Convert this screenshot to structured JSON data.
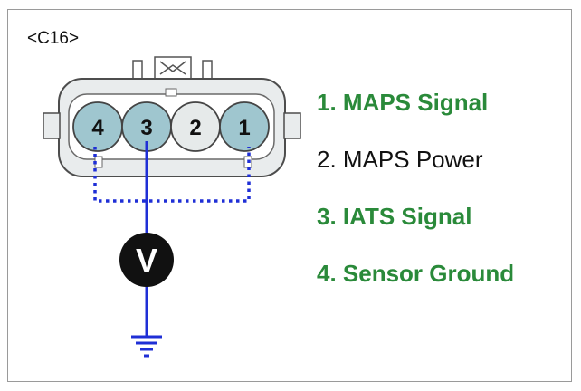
{
  "connector": {
    "label": "<C16>"
  },
  "pins": [
    {
      "number": "4",
      "fill": "#9fc6cf"
    },
    {
      "number": "3",
      "fill": "#9fc6cf"
    },
    {
      "number": "2",
      "fill": "#e6eaea"
    },
    {
      "number": "1",
      "fill": "#9fc6cf"
    }
  ],
  "meter": {
    "symbol": "V"
  },
  "legend": [
    {
      "text": "1. MAPS Signal",
      "highlight": true
    },
    {
      "text": "2. MAPS Power",
      "highlight": false
    },
    {
      "text": "3. IATS Signal",
      "highlight": true
    },
    {
      "text": "4. Sensor Ground",
      "highlight": true
    }
  ],
  "colors": {
    "wire": "#1f2fd6",
    "highlight_text": "#2a8a3a",
    "meter": "#111111"
  }
}
